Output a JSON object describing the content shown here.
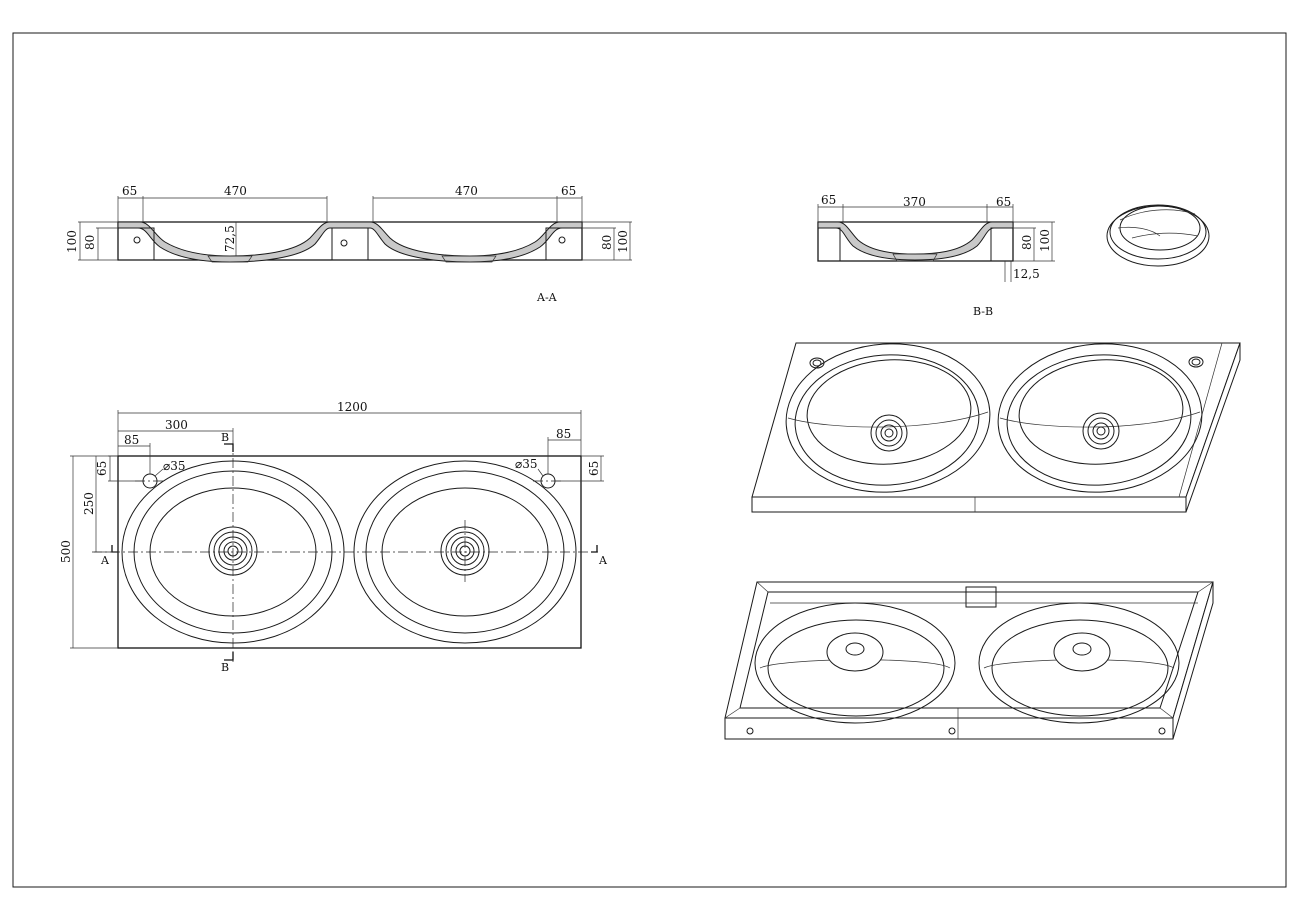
{
  "section_aa": {
    "label": "A-A",
    "dims": {
      "left_edge": "65",
      "basin_left": "470",
      "basin_right": "470",
      "right_edge": "65",
      "left_height_total": "100",
      "left_height_inner": "80",
      "right_height_inner": "80",
      "right_height_total": "100",
      "bowl_depth": "72,5"
    }
  },
  "section_bb": {
    "label": "B-B",
    "dims": {
      "left_edge": "65",
      "basin": "370",
      "right_edge": "65",
      "height_inner": "80",
      "height_total": "100",
      "thickness": "12,5"
    }
  },
  "plan": {
    "dims": {
      "overall_width": "1200",
      "to_basin_center": "300",
      "hole_offset_left": "85",
      "hole_offset_right": "85",
      "hole_edge_left": "65",
      "hole_edge_right": "65",
      "hole_diameter_left": "⌀35",
      "hole_diameter_right": "⌀35",
      "half_depth": "250",
      "overall_depth": "500"
    },
    "section_marks": {
      "b_top": "B",
      "b_bottom": "B",
      "a_left": "A",
      "a_right": "A"
    }
  },
  "views": [
    "section-aa",
    "section-bb",
    "iso-drain-cap",
    "plan-view",
    "iso-top-view",
    "iso-bottom-view"
  ]
}
